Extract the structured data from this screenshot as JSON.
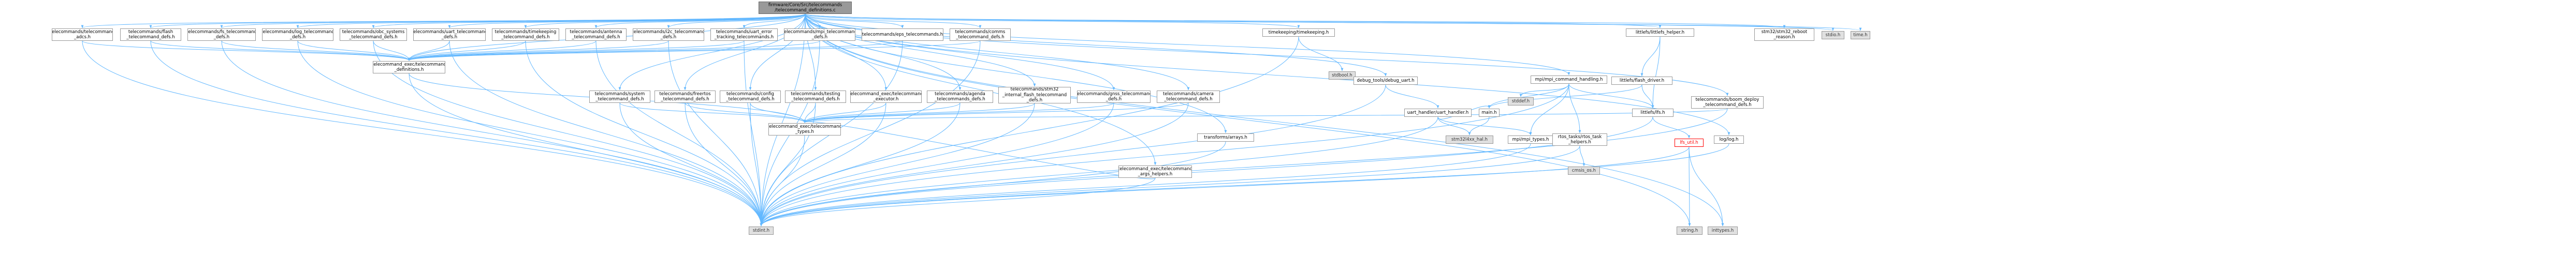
{
  "colors": {
    "edge": "#63b8ff",
    "node_border": "#999999",
    "root_fill": "#999999",
    "system_fill": "#e0e0e0",
    "error": "#ff0000"
  },
  "root": {
    "id": "root",
    "label": "firmware/Core/Src/telecommands\n/telecommand_definitions.c"
  },
  "nodes": [
    {
      "id": "n_adcs",
      "label": "telecommands/telecommand\n_adcs.h"
    },
    {
      "id": "n_flash",
      "label": "telecommands/flash\n_telecommand_defs.h"
    },
    {
      "id": "n_fs",
      "label": "telecommands/fs_telecommand\n_defs.h"
    },
    {
      "id": "n_log",
      "label": "telecommands/log_telecommand\n_defs.h"
    },
    {
      "id": "n_obc",
      "label": "telecommands/obc_systems\n_telecommand_defs.h"
    },
    {
      "id": "n_uart_tc",
      "label": "telecommands/uart_telecommand\n_defs.h"
    },
    {
      "id": "n_timekeep_tc",
      "label": "telecommands/timekeeping\n_telecommand_defs.h"
    },
    {
      "id": "n_antenna",
      "label": "telecommands/antenna\n_telecommand_defs.h"
    },
    {
      "id": "n_i2c",
      "label": "telecommands/i2c_telecommand\n_defs.h"
    },
    {
      "id": "n_uart_err",
      "label": "telecommands/uart_error\n_tracking_telecommands.h"
    },
    {
      "id": "n_mpi_tc",
      "label": "telecommands/mpi_telecommand\n_defs.h"
    },
    {
      "id": "n_eps",
      "label": "telecommands/eps_telecommands.h"
    },
    {
      "id": "n_comms",
      "label": "telecommands/comms\n_telecommand_defs.h"
    },
    {
      "id": "n_exec_defs",
      "label": "telecommand_exec/telecommand\n_definitions.h"
    },
    {
      "id": "n_system",
      "label": "telecommands/system\n_telecommand_defs.h"
    },
    {
      "id": "n_freertos",
      "label": "telecommands/freertos\n_telecommand_defs.h"
    },
    {
      "id": "n_config",
      "label": "telecommands/config\n_telecommand_defs.h"
    },
    {
      "id": "n_testing",
      "label": "telecommands/testing\n_telecommand_defs.h"
    },
    {
      "id": "n_executor",
      "label": "telecommand_exec/telecommand\n_executor.h"
    },
    {
      "id": "n_agenda",
      "label": "telecommands/agenda\n_telecommands_defs.h"
    },
    {
      "id": "n_stm32int",
      "label": "telecommands/stm32\n_internal_flash_telecommand\n_defs.h"
    },
    {
      "id": "n_gnss",
      "label": "telecommands/gnss_telecommand\n_defs.h"
    },
    {
      "id": "n_camera",
      "label": "telecommands/camera\n_telecommand_defs.h"
    },
    {
      "id": "n_types",
      "label": "telecommand_exec/telecommand\n_types.h"
    },
    {
      "id": "n_args",
      "label": "telecommand_exec/telecommand\n_args_helpers.h"
    },
    {
      "id": "n_transforms",
      "label": "transforms/arrays.h"
    },
    {
      "id": "n_timekeeping",
      "label": "timekeeping/timekeeping.h"
    },
    {
      "id": "n_stdbool",
      "label": "stdbool.h",
      "kind": "sys"
    },
    {
      "id": "n_debug_uart",
      "label": "debug_tools/debug_uart.h"
    },
    {
      "id": "n_uart_handler",
      "label": "uart_handler/uart_handler.h"
    },
    {
      "id": "n_main",
      "label": "main.h"
    },
    {
      "id": "n_stm32hal",
      "label": "stm32l4xx_hal.h",
      "kind": "sys"
    },
    {
      "id": "n_mpi_types",
      "label": "mpi/mpi_types.h"
    },
    {
      "id": "n_mpi_cmd",
      "label": "mpi/mpi_command_handling.h"
    },
    {
      "id": "n_stddef",
      "label": "stddef.h",
      "kind": "sys"
    },
    {
      "id": "n_rtos",
      "label": "rtos_tasks/rtos_task\n_helpers.h"
    },
    {
      "id": "n_cmsis",
      "label": "cmsis_os.h",
      "kind": "sys"
    },
    {
      "id": "n_littlefs_helper",
      "label": "littlefs/littlefs_helper.h"
    },
    {
      "id": "n_flash_driver",
      "label": "littlefs/flash_driver.h"
    },
    {
      "id": "n_lfs",
      "label": "littlefs/lfs.h"
    },
    {
      "id": "n_lfs_util",
      "label": "lfs_util.h",
      "kind": "err"
    },
    {
      "id": "n_boom",
      "label": "telecommands/boom_deploy\n_telecommand_defs.h"
    },
    {
      "id": "n_log_h",
      "label": "log/log.h"
    },
    {
      "id": "n_stm32reboot",
      "label": "stm32/stm32_reboot\n_reason.h"
    },
    {
      "id": "n_stdio",
      "label": "stdio.h",
      "kind": "sys"
    },
    {
      "id": "n_time",
      "label": "time.h",
      "kind": "sys"
    },
    {
      "id": "n_stdint",
      "label": "stdint.h",
      "kind": "sys"
    },
    {
      "id": "n_string",
      "label": "string.h",
      "kind": "sys"
    },
    {
      "id": "n_inttypes",
      "label": "inttypes.h",
      "kind": "sys"
    }
  ],
  "edges": [
    [
      "root",
      "n_adcs"
    ],
    [
      "root",
      "n_flash"
    ],
    [
      "root",
      "n_fs"
    ],
    [
      "root",
      "n_log"
    ],
    [
      "root",
      "n_obc"
    ],
    [
      "root",
      "n_uart_tc"
    ],
    [
      "root",
      "n_timekeep_tc"
    ],
    [
      "root",
      "n_antenna"
    ],
    [
      "root",
      "n_i2c"
    ],
    [
      "root",
      "n_uart_err"
    ],
    [
      "root",
      "n_mpi_tc"
    ],
    [
      "root",
      "n_eps"
    ],
    [
      "root",
      "n_comms"
    ],
    [
      "root",
      "n_system"
    ],
    [
      "root",
      "n_freertos"
    ],
    [
      "root",
      "n_config"
    ],
    [
      "root",
      "n_testing"
    ],
    [
      "root",
      "n_executor"
    ],
    [
      "root",
      "n_agenda"
    ],
    [
      "root",
      "n_stm32int"
    ],
    [
      "root",
      "n_gnss"
    ],
    [
      "root",
      "n_camera"
    ],
    [
      "root",
      "n_transforms"
    ],
    [
      "root",
      "n_timekeeping"
    ],
    [
      "root",
      "n_debug_uart"
    ],
    [
      "root",
      "n_mpi_cmd"
    ],
    [
      "root",
      "n_littlefs_helper"
    ],
    [
      "root",
      "n_boom"
    ],
    [
      "root",
      "n_log_h"
    ],
    [
      "root",
      "n_stm32reboot"
    ],
    [
      "root",
      "n_stdio"
    ],
    [
      "root",
      "n_time"
    ],
    [
      "root",
      "n_stdint"
    ],
    [
      "root",
      "n_string"
    ],
    [
      "root",
      "n_inttypes"
    ],
    [
      "root",
      "n_exec_defs"
    ],
    [
      "root",
      "n_args"
    ],
    [
      "n_adcs",
      "n_exec_defs"
    ],
    [
      "n_flash",
      "n_exec_defs"
    ],
    [
      "n_fs",
      "n_exec_defs"
    ],
    [
      "n_log",
      "n_exec_defs"
    ],
    [
      "n_obc",
      "n_exec_defs"
    ],
    [
      "n_uart_tc",
      "n_exec_defs"
    ],
    [
      "n_timekeep_tc",
      "n_exec_defs"
    ],
    [
      "n_antenna",
      "n_exec_defs"
    ],
    [
      "n_i2c",
      "n_exec_defs"
    ],
    [
      "n_uart_err",
      "n_exec_defs"
    ],
    [
      "n_mpi_tc",
      "n_exec_defs"
    ],
    [
      "n_eps",
      "n_exec_defs"
    ],
    [
      "n_comms",
      "n_exec_defs"
    ],
    [
      "n_adcs",
      "n_stdint"
    ],
    [
      "n_flash",
      "n_stdint"
    ],
    [
      "n_fs",
      "n_stdint"
    ],
    [
      "n_log",
      "n_stdint"
    ],
    [
      "n_obc",
      "n_stdint"
    ],
    [
      "n_uart_tc",
      "n_stdint"
    ],
    [
      "n_timekeep_tc",
      "n_stdint"
    ],
    [
      "n_antenna",
      "n_stdint"
    ],
    [
      "n_i2c",
      "n_stdint"
    ],
    [
      "n_uart_err",
      "n_stdint"
    ],
    [
      "n_mpi_tc",
      "n_stdint"
    ],
    [
      "n_eps",
      "n_stdint"
    ],
    [
      "n_comms",
      "n_stdint"
    ],
    [
      "n_exec_defs",
      "n_types"
    ],
    [
      "n_exec_defs",
      "n_stdint"
    ],
    [
      "n_system",
      "n_types"
    ],
    [
      "n_freertos",
      "n_types"
    ],
    [
      "n_config",
      "n_types"
    ],
    [
      "n_testing",
      "n_types"
    ],
    [
      "n_executor",
      "n_types"
    ],
    [
      "n_agenda",
      "n_types"
    ],
    [
      "n_stm32int",
      "n_types"
    ],
    [
      "n_gnss",
      "n_types"
    ],
    [
      "n_camera",
      "n_types"
    ],
    [
      "n_system",
      "n_stdint"
    ],
    [
      "n_freertos",
      "n_stdint"
    ],
    [
      "n_config",
      "n_stdint"
    ],
    [
      "n_testing",
      "n_stdint"
    ],
    [
      "n_executor",
      "n_stdint"
    ],
    [
      "n_agenda",
      "n_stdint"
    ],
    [
      "n_stm32int",
      "n_stdint"
    ],
    [
      "n_gnss",
      "n_stdint"
    ],
    [
      "n_camera",
      "n_stdint"
    ],
    [
      "n_types",
      "n_stdint"
    ],
    [
      "n_args",
      "n_types"
    ],
    [
      "n_args",
      "n_stdint"
    ],
    [
      "n_transforms",
      "n_stdint"
    ],
    [
      "n_timekeeping",
      "n_stdbool"
    ],
    [
      "n_timekeeping",
      "n_stdint"
    ],
    [
      "n_debug_uart",
      "n_uart_handler"
    ],
    [
      "n_debug_uart",
      "n_stdint"
    ],
    [
      "n_uart_handler",
      "n_main"
    ],
    [
      "n_uart_handler",
      "n_stm32hal"
    ],
    [
      "n_uart_handler",
      "n_mpi_types"
    ],
    [
      "n_uart_handler",
      "n_stdint"
    ],
    [
      "n_main",
      "n_stm32hal"
    ],
    [
      "n_mpi_types",
      "n_stdint"
    ],
    [
      "n_mpi_cmd",
      "n_main"
    ],
    [
      "n_mpi_cmd",
      "n_stddef"
    ],
    [
      "n_mpi_cmd",
      "n_mpi_types"
    ],
    [
      "n_mpi_cmd",
      "n_rtos"
    ],
    [
      "n_mpi_cmd",
      "n_lfs"
    ],
    [
      "n_mpi_cmd",
      "n_stdint"
    ],
    [
      "n_rtos",
      "n_cmsis"
    ],
    [
      "n_rtos",
      "n_stdint"
    ],
    [
      "n_littlefs_helper",
      "n_flash_driver"
    ],
    [
      "n_littlefs_helper",
      "n_lfs"
    ],
    [
      "n_flash_driver",
      "n_lfs"
    ],
    [
      "n_flash_driver",
      "n_main"
    ],
    [
      "n_lfs",
      "n_lfs_util"
    ],
    [
      "n_lfs",
      "n_stdint"
    ],
    [
      "n_lfs_util",
      "n_string"
    ],
    [
      "n_lfs_util",
      "n_inttypes"
    ],
    [
      "n_lfs_util",
      "n_stdint"
    ],
    [
      "n_boom",
      "n_types"
    ],
    [
      "n_boom",
      "n_stdint"
    ],
    [
      "n_log_h",
      "n_stdint"
    ]
  ]
}
